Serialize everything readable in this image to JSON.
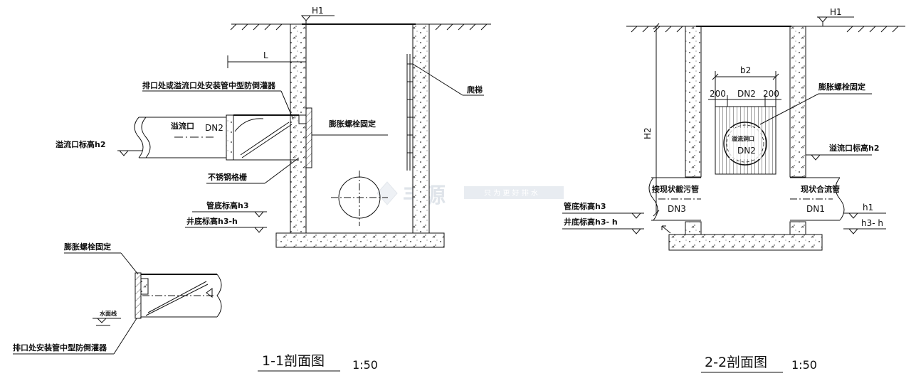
{
  "section1": {
    "top_level": "H1",
    "length": "L",
    "overflow_label": "溢流口",
    "overflow_dn": "DN2",
    "overflow_level": "溢流口标高h2",
    "filter_note": "排口处或溢流口处安装管中型防倒灌器",
    "ladder": "爬梯",
    "bolt": "膨胀螺栓固定",
    "steel_hood": "不锈钢格栅",
    "pipe_bottom": "管底标高h3",
    "well_bottom": "井底标高h3-h",
    "title": "1-1剖面图",
    "scale": "1:50"
  },
  "detail": {
    "bolt": "膨胀螺栓固定",
    "water_level": "水面线",
    "filter_note": "排口处安装管中型防倒灌器"
  },
  "section2": {
    "top_level": "H1",
    "depth": "H2",
    "width": "b2",
    "left_dim": "200",
    "mid_dim": "DN2",
    "right_dim": "200",
    "grate_label": "溢流洞口",
    "grate_dn": "DN2",
    "bolt": "膨胀螺栓固定",
    "overflow_level": "溢流口标高h2",
    "inlet_label": "接现状截污管",
    "inlet_dn": "DN3",
    "outlet_label": "现状合流管",
    "outlet_dn": "DN1",
    "h1": "h1",
    "h3h_right": "h3- h",
    "pipe_bottom": "管底标高h3",
    "well_bottom": "井底标高h3- h",
    "title": "2-2剖面图",
    "scale": "1:50"
  },
  "watermark": {
    "brand": "丰源",
    "slogan": "只 为 更 好 排 水"
  }
}
